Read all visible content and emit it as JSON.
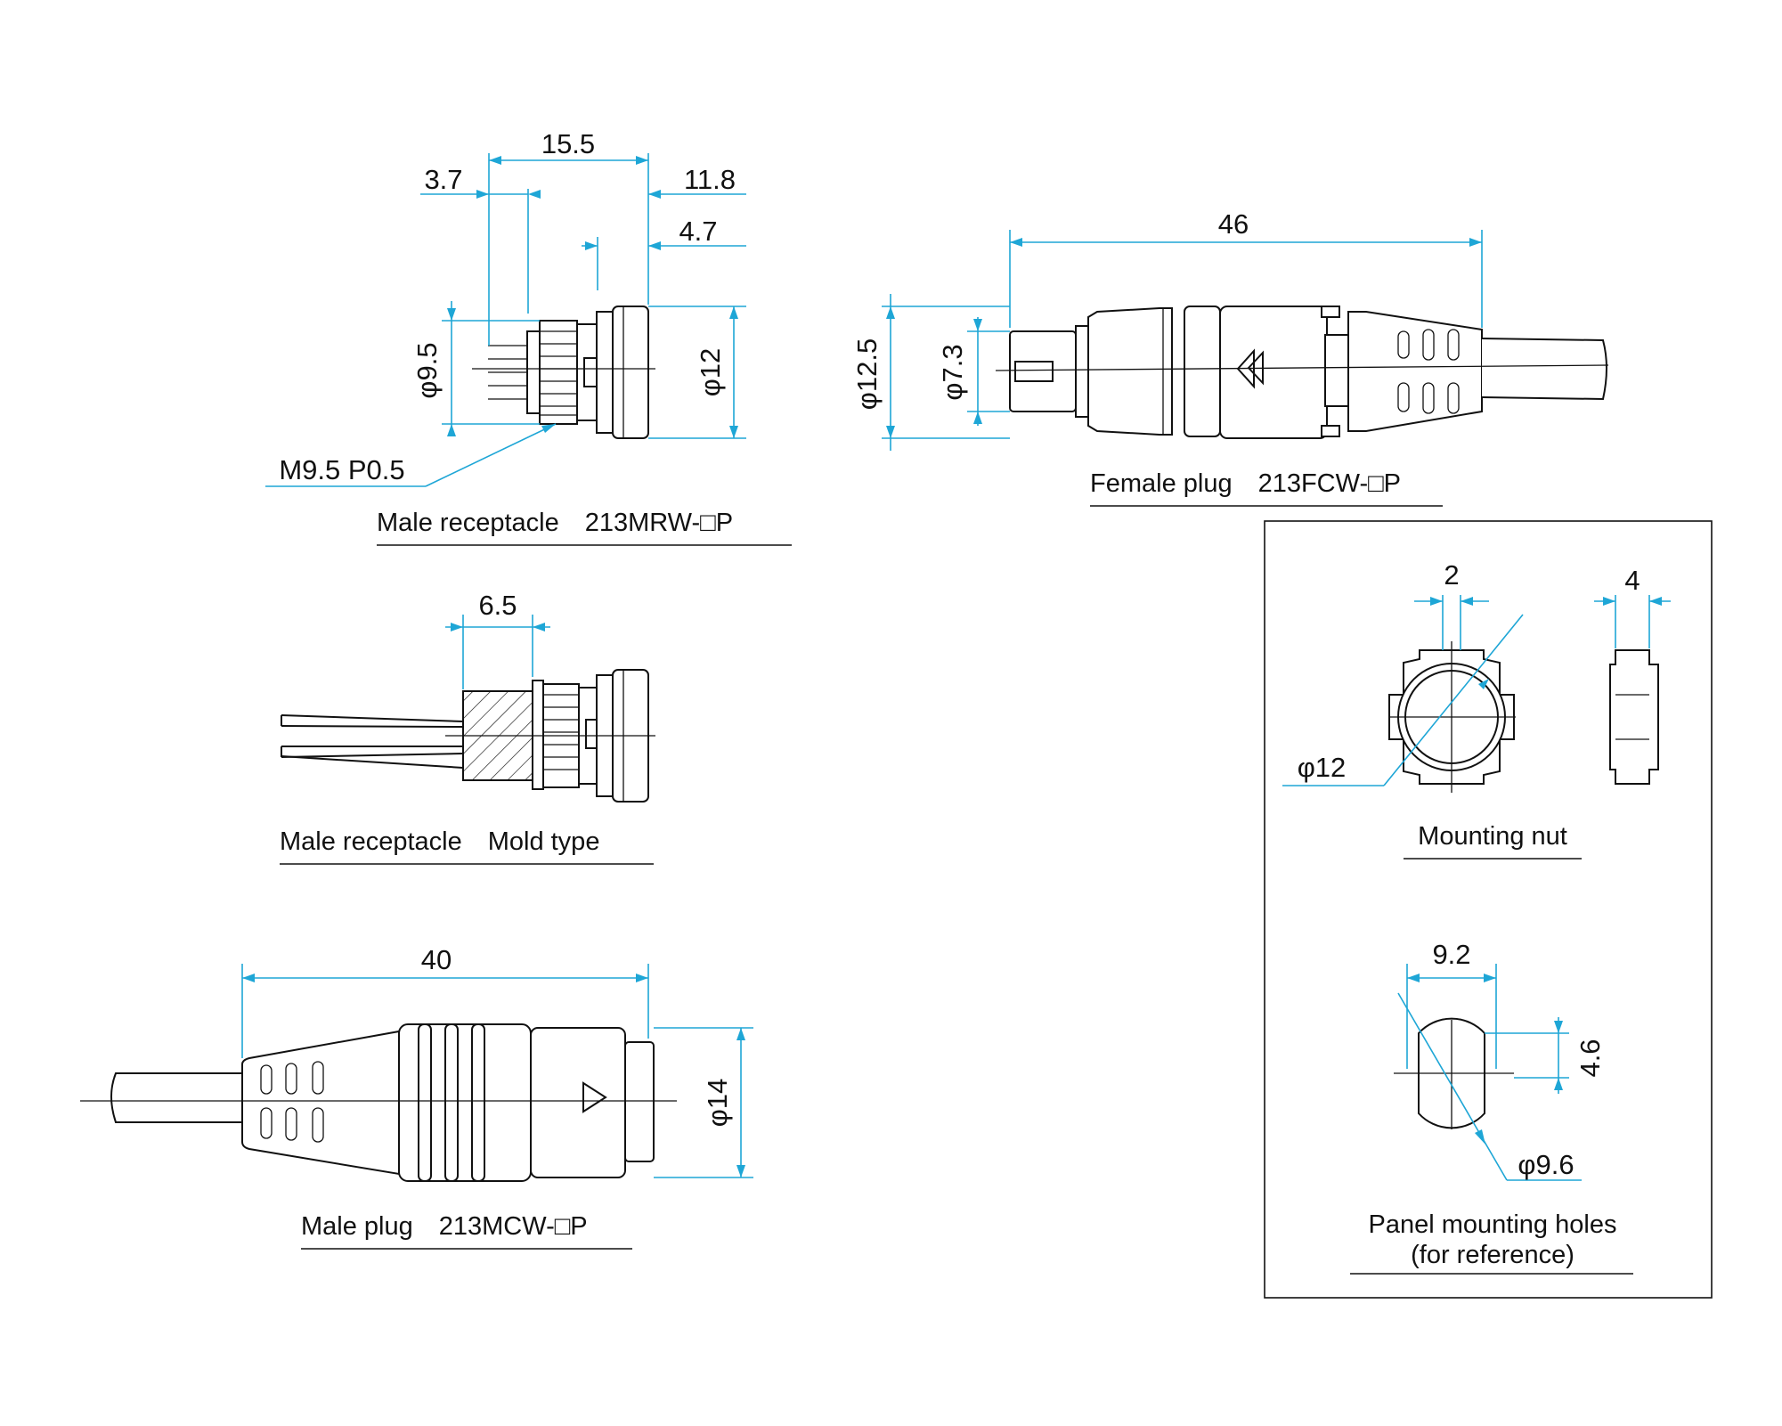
{
  "captions": {
    "male_receptacle": "Male receptacle　213MRW-□P",
    "male_receptacle_mold": "Male receptacle　Mold type",
    "male_plug": "Male plug　213MCW-□P",
    "female_plug": "Female plug　213FCW-□P",
    "mounting_nut": "Mounting nut",
    "panel_holes_line1": "Panel mounting holes",
    "panel_holes_line2": "(for reference)"
  },
  "dims": {
    "recept_total": "15.5",
    "recept_left": "3.7",
    "recept_right": "11.8",
    "recept_flange": "4.7",
    "recept_thread_dia": "φ9.5",
    "recept_outer_dia": "φ12",
    "recept_thread": "M9.5 P0.5",
    "mold_len": "6.5",
    "male_plug_len": "40",
    "male_plug_dia": "φ14",
    "female_plug_len": "46",
    "female_plug_outer_dia": "φ12.5",
    "female_plug_inner_dia": "φ7.3",
    "nut_slot": "2",
    "nut_thick": "4",
    "nut_dia": "φ12",
    "hole_width": "9.2",
    "hole_flat": "4.6",
    "hole_dia": "φ9.6"
  },
  "colors": {
    "dimension": "#1ea6d6",
    "outline": "#111111"
  }
}
